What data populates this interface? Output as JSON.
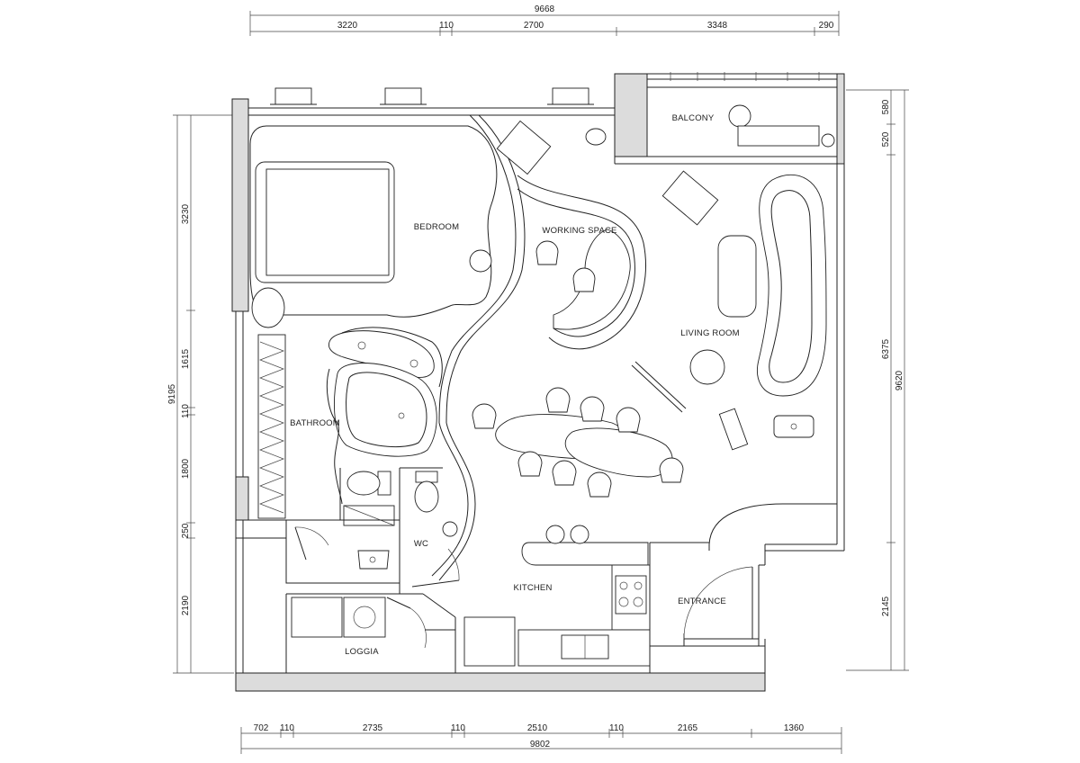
{
  "rooms": {
    "balcony": "BALCONY",
    "bedroom": "BEDROOM",
    "working_space": "WORKING SPACE",
    "living_room": "LIVING ROOM",
    "bathroom": "BATHROOM",
    "wc": "WC",
    "kitchen": "KITCHEN",
    "entrance": "ENTRANCE",
    "loggia": "LOGGIA"
  },
  "dimensions": {
    "top_total": "9668",
    "top": [
      "3220",
      "110",
      "2700",
      "3348",
      "290"
    ],
    "bottom_total": "9802",
    "bottom": [
      "702",
      "110",
      "2735",
      "110",
      "2510",
      "110",
      "2165",
      "1360"
    ],
    "left_total": "9195",
    "left": [
      "3230",
      "1615",
      "110",
      "1800",
      "250",
      "2190"
    ],
    "right_total": "9620",
    "right": [
      "580",
      "520",
      "6375",
      "2145"
    ]
  }
}
